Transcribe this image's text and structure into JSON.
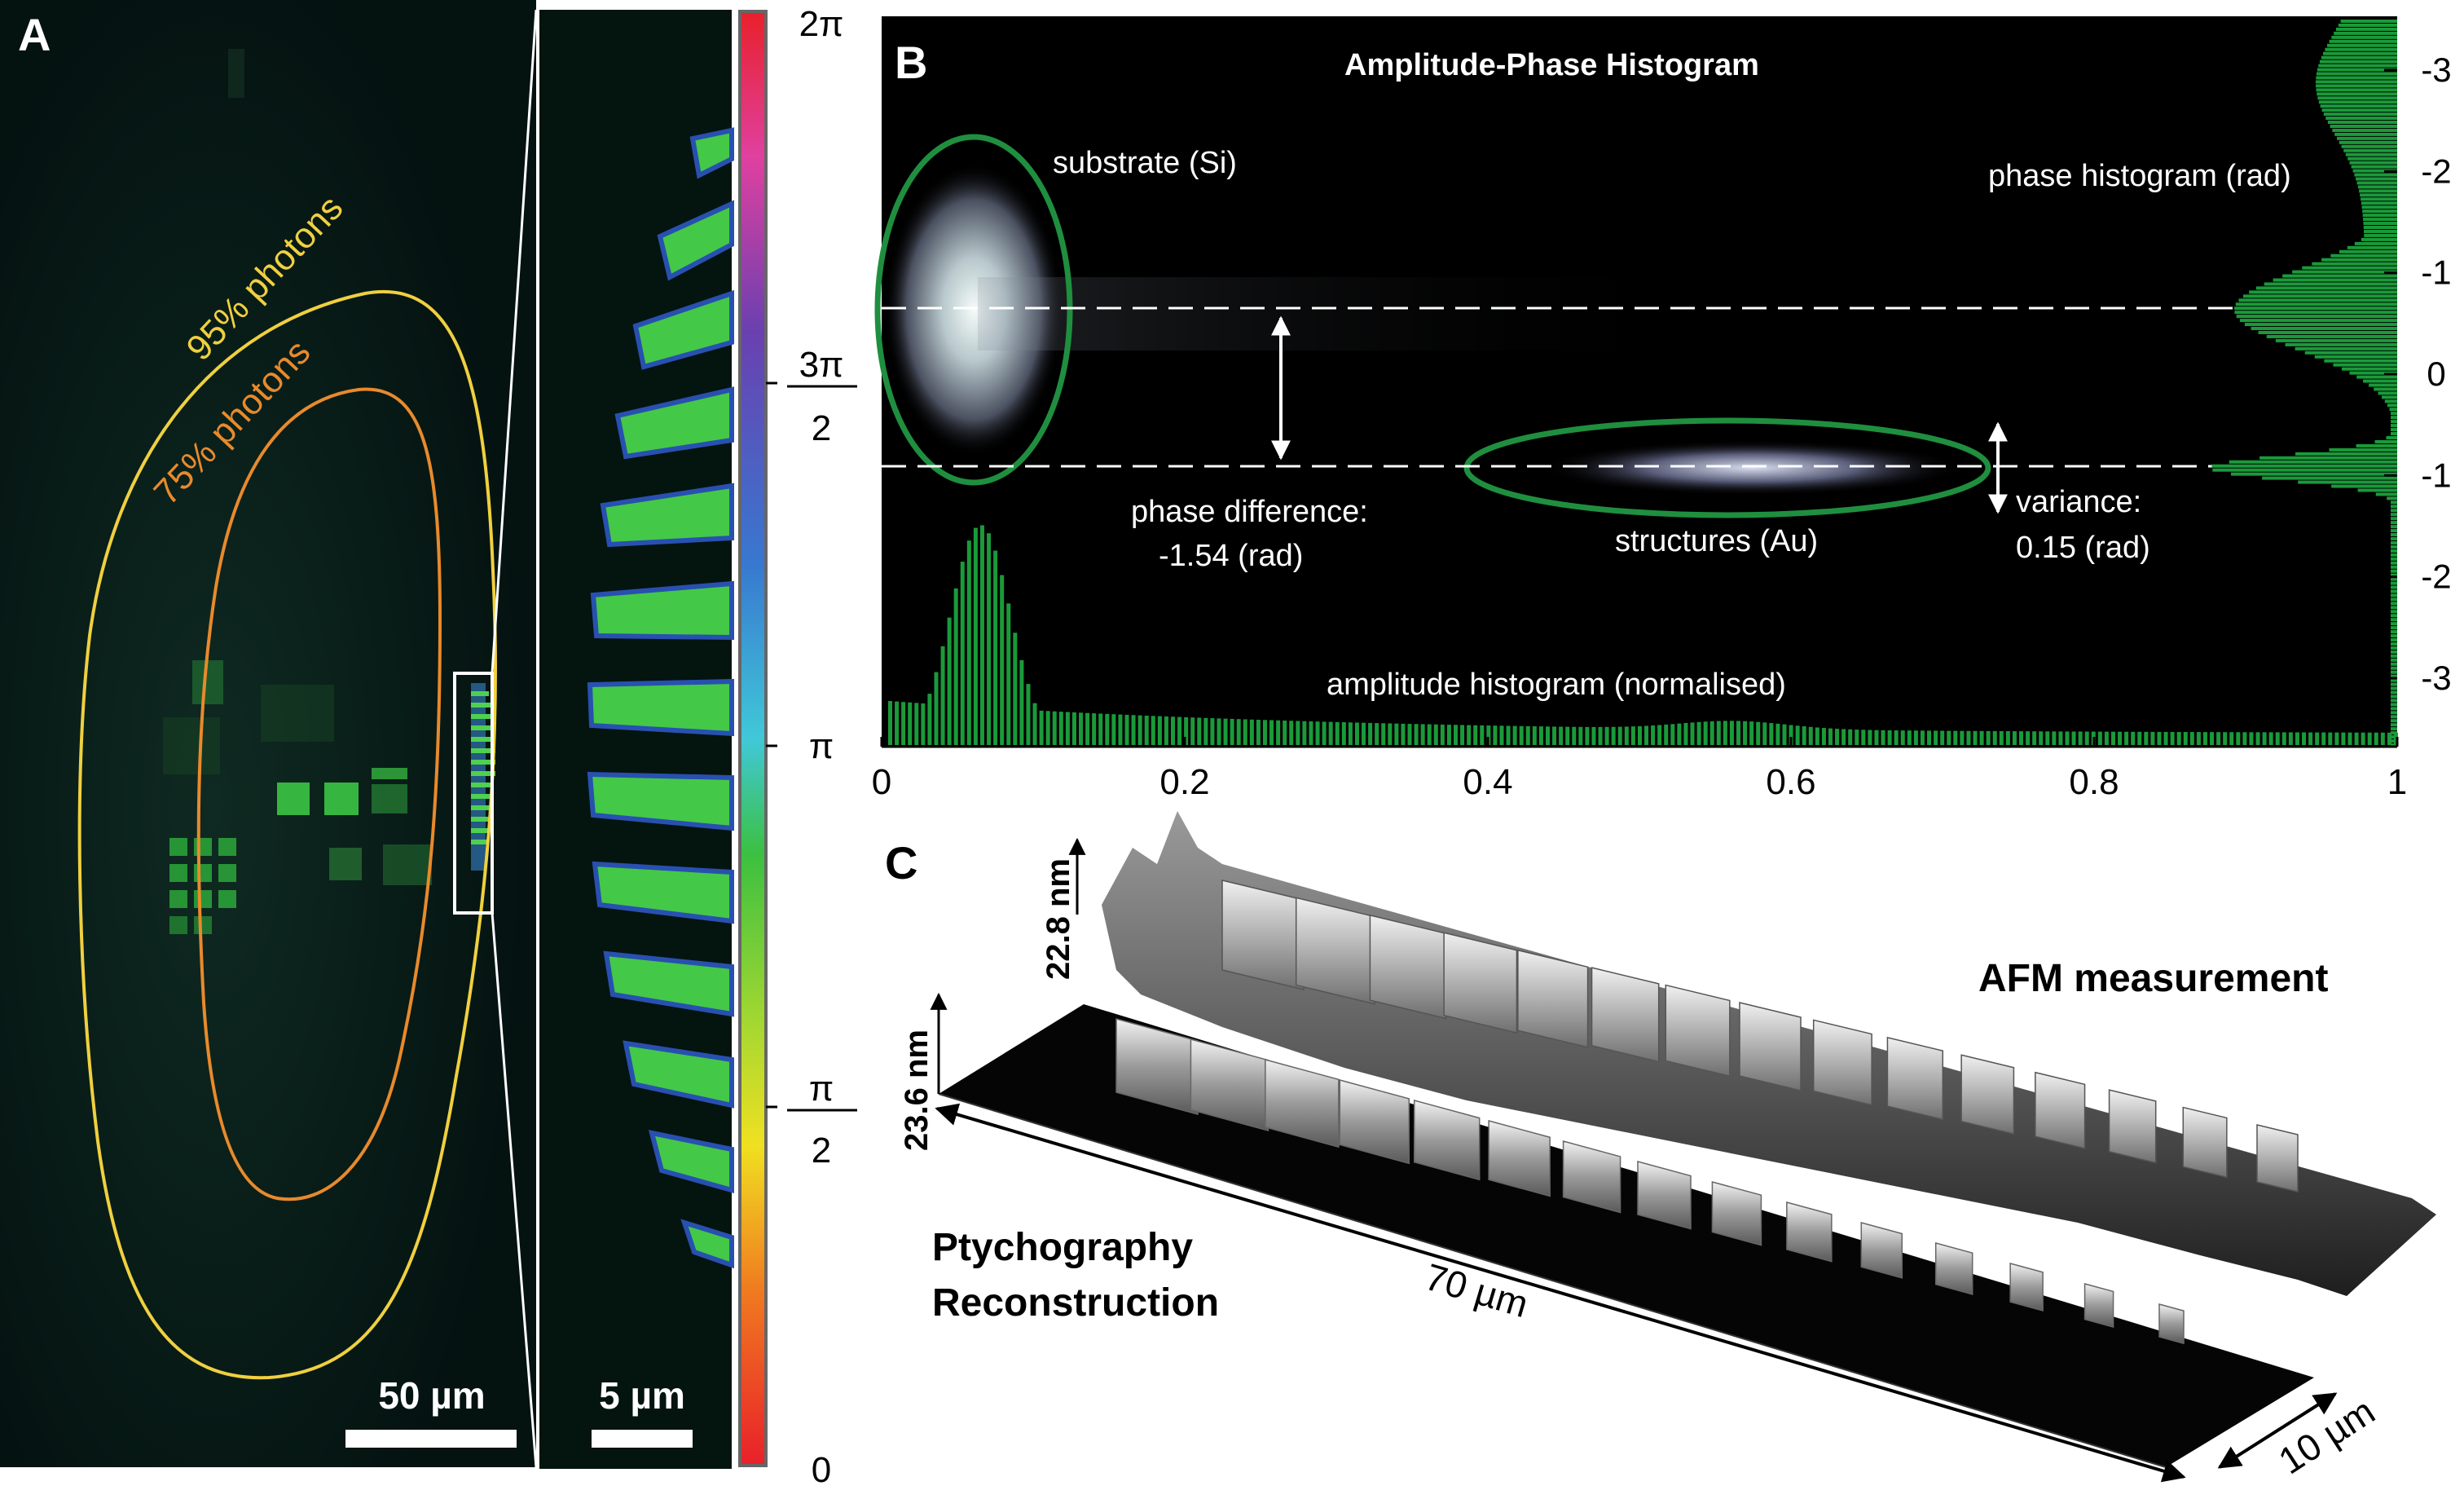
{
  "panel_a": {
    "letter": "A",
    "contour_95": "95% photons",
    "contour_75": "75% photons",
    "scalebar_left": "50 µm",
    "scalebar_right": "5 µm",
    "colorbar_ticks": {
      "top": "2π",
      "three_halves_num": "3π",
      "three_halves_den": "2",
      "pi": "π",
      "half_num": "π",
      "half_den": "2",
      "bottom": "0"
    },
    "colors": {
      "contour_95": "#f0d040",
      "contour_75": "#e88a2c",
      "signal": "#3ec43e"
    }
  },
  "panel_b": {
    "letter": "B",
    "title": "Amplitude-Phase Histogram",
    "substrate_label": "substrate (Si)",
    "structures_label": "structures (Au)",
    "phase_hist_label": "phase histogram (rad)",
    "amp_hist_label": "amplitude histogram (normalised)",
    "phase_diff_line1": "phase difference:",
    "phase_diff_line2": "-1.54 (rad)",
    "variance_line1": "variance:",
    "variance_line2": "0.15 (rad)",
    "x_ticks": [
      "0",
      "0.2",
      "0.4",
      "0.6",
      "0.8",
      "1"
    ],
    "right_ticks": [
      "-3",
      "-2",
      "-1",
      "0",
      "-1",
      "-2",
      "-3"
    ],
    "colors": {
      "histogram": "#1a9a3a",
      "ellipse": "#1f8f3f"
    }
  },
  "panel_c": {
    "letter": "C",
    "afm_label": "AFM measurement",
    "ptycho_line1": "Ptychography",
    "ptycho_line2": "Reconstruction",
    "afm_height": "22.8 nm",
    "ptycho_height": "23.6 nm",
    "length_label": "70 µm",
    "width_label": "10 µm"
  }
}
